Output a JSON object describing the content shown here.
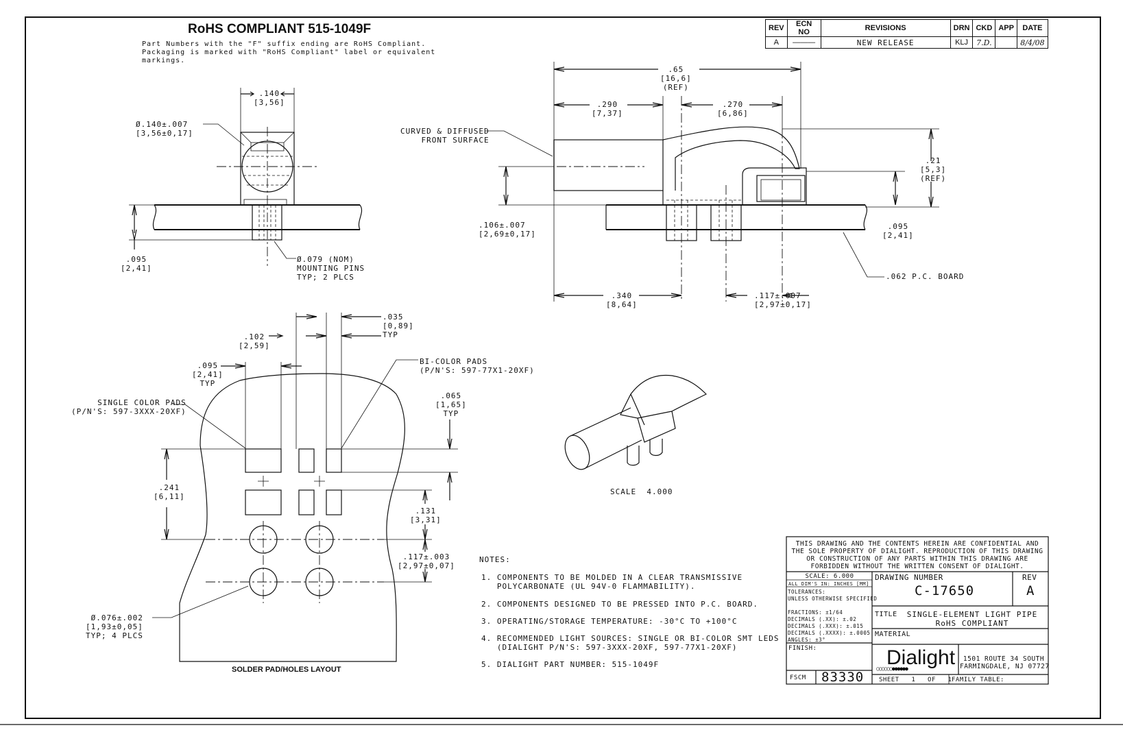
{
  "header": {
    "title": "RoHS COMPLIANT 515-1049F",
    "note": "Part Numbers with the \"F\" suffix ending are RoHS Compliant.\nPackaging is marked with \"RoHS Compliant\" label or equivalent\nmarkings."
  },
  "revisions": {
    "headers": [
      "REV",
      "ECN NO",
      "REVISIONS",
      "DRN",
      "CKD",
      "APP",
      "DATE"
    ],
    "rows": [
      [
        "A",
        "———",
        "NEW RELEASE",
        "KLJ",
        "7.D.",
        "",
        "8/4/08"
      ]
    ]
  },
  "front_view": {
    "width_dim": ".140\n[3,56]",
    "dia_dim": "Ø.140±.007\n[3,56±0,17]",
    "offset_dim": ".095\n[2,41]",
    "pins_dim": "Ø.079 (NOM)\nMOUNTING PINS\nTYP; 2 PLCS"
  },
  "side_view": {
    "overall_dim": ".65\n[16,6]\n(REF)",
    "d290": ".290\n[7,37]",
    "d270": ".270\n[6,86]",
    "surface_label": "CURVED & DIFFUSED\nFRONT SURFACE",
    "d21": ".21\n[5,3]\n(REF)",
    "d106": ".106±.007\n[2,69±0,17]",
    "d095": ".095\n[2,41]",
    "board_label": ".062 P.C. BOARD",
    "d340": ".340\n[8,64]",
    "d117": ".117±.007\n[2,97±0,17]"
  },
  "pad_layout": {
    "d035": ".035\n[0,89]\nTYP",
    "d102": ".102\n[2,59]",
    "d095": ".095\n[2,41]\nTYP",
    "bicolor": "BI-COLOR PADS\n(P/N'S: 597-77X1-20XF)",
    "single": "SINGLE COLOR PADS\n(P/N'S: 597-3XXX-20XF)",
    "d065": ".065\n[1,65]\nTYP",
    "d241": ".241\n[6,11]",
    "d131": ".131\n[3,31]",
    "d117": ".117±.003\n[2,97±0,07]",
    "hole_dim": "Ø.076±.002\n[1,93±0,05]\nTYP; 4 PLCS",
    "caption": "SOLDER PAD/HOLES LAYOUT"
  },
  "iso_view": {
    "scale_label": "SCALE  4.000"
  },
  "notes": {
    "heading": "NOTES:",
    "items": [
      "1. COMPONENTS TO BE MOLDED IN A CLEAR TRANSMISSIVE\n   POLYCARBONATE (UL 94V-0 FLAMMABILITY).",
      "2. COMPONENTS DESIGNED TO BE PRESSED INTO P.C. BOARD.",
      "3. OPERATING/STORAGE TEMPERATURE: -30°C TO +100°C",
      "4. RECOMMENDED LIGHT SOURCES: SINGLE OR BI-COLOR SMT LEDS\n   (DIALIGHT P/N'S: 597-3XXX-20XF, 597-77X1-20XF)",
      "5. DIALIGHT PART NUMBER: 515-1049F"
    ]
  },
  "title_block": {
    "confidential": "THIS DRAWING AND THE CONTENTS HEREIN ARE CONFIDENTIAL AND\nTHE SOLE PROPERTY OF DIALIGHT. REPRODUCTION OF THIS DRAWING\nOR CONSTRUCTION OF ANY PARTS WITHIN THIS DRAWING ARE\nFORBIDDEN WITHOUT THE WRITTEN CONSENT OF DIALIGHT.",
    "scale": "SCALE: 6.000",
    "units": "ALL DIM'S IN: INCHES [MM]",
    "tolerances": "TOLERANCES:\nUNLESS OTHERWISE SPECIFIED\n\nFRACTIONS: ±1/64\nDECIMALS (.XX): ±.02\nDECIMALS (.XXX): ±.015\nDECIMALS (.XXXX): ±.0005\nANGLES: ±3°",
    "finish_label": "FINISH:",
    "fscm_label": "FSCM",
    "fscm": "83330",
    "drawing_number_label": "DRAWING NUMBER",
    "drawing_number": "C-17650",
    "rev_label": "REV",
    "rev": "A",
    "title_label": "TITLE",
    "title": "SINGLE-ELEMENT LIGHT PIPE\nRoHS COMPLIANT",
    "material_label": "MATERIAL",
    "logo": "Dialight",
    "address": "1501 ROUTE 34 SOUTH\nFARMINGDALE, NJ 07727",
    "sheet": "SHEET   1   OF   1",
    "family_table": "FAMILY TABLE:"
  }
}
